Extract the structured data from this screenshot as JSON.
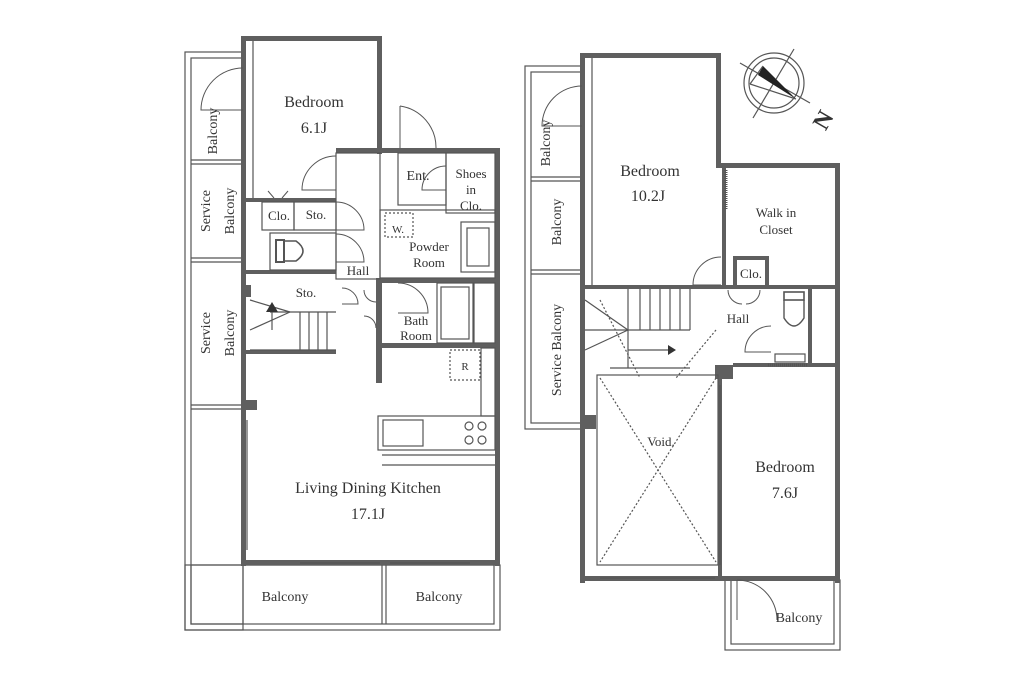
{
  "floor_plan": {
    "lower_floor": {
      "rooms": {
        "bedroom": {
          "name": "Bedroom",
          "size": "6.1J"
        },
        "entrance": "Ent.",
        "shoes_closet": [
          "Shoes",
          "in",
          "Clo."
        ],
        "closet": "Clo.",
        "storage_1": "Sto.",
        "storage_2": "Sto.",
        "washer": "W.",
        "powder_room": [
          "Powder",
          "Room"
        ],
        "hall": "Hall",
        "bath_room": [
          "Bath",
          "Room"
        ],
        "refrigerator": "R",
        "ldk": {
          "name": "Living Dining Kitchen",
          "size": "17.1J"
        }
      },
      "balconies": {
        "left_top": "Balcony",
        "service_1": [
          "Service",
          "Balcony"
        ],
        "service_2": [
          "Service",
          "Balcony"
        ],
        "bottom_left": "Balcony",
        "bottom_right": "Balcony"
      }
    },
    "upper_floor": {
      "rooms": {
        "bedroom_large": {
          "name": "Bedroom",
          "size": "10.2J"
        },
        "walk_in_closet": [
          "Walk in",
          "Closet"
        ],
        "closet": "Clo.",
        "hall": "Hall",
        "void": "Void.",
        "bedroom_small": {
          "name": "Bedroom",
          "size": "7.6J"
        }
      },
      "balconies": {
        "left_top": "Balcony",
        "left_mid": "Balcony",
        "service": "Service Balcony",
        "bottom": "Balcony"
      }
    },
    "compass": {
      "north_label": "N"
    },
    "colors": {
      "wall": "#5f5f5f",
      "line": "#555555"
    }
  }
}
